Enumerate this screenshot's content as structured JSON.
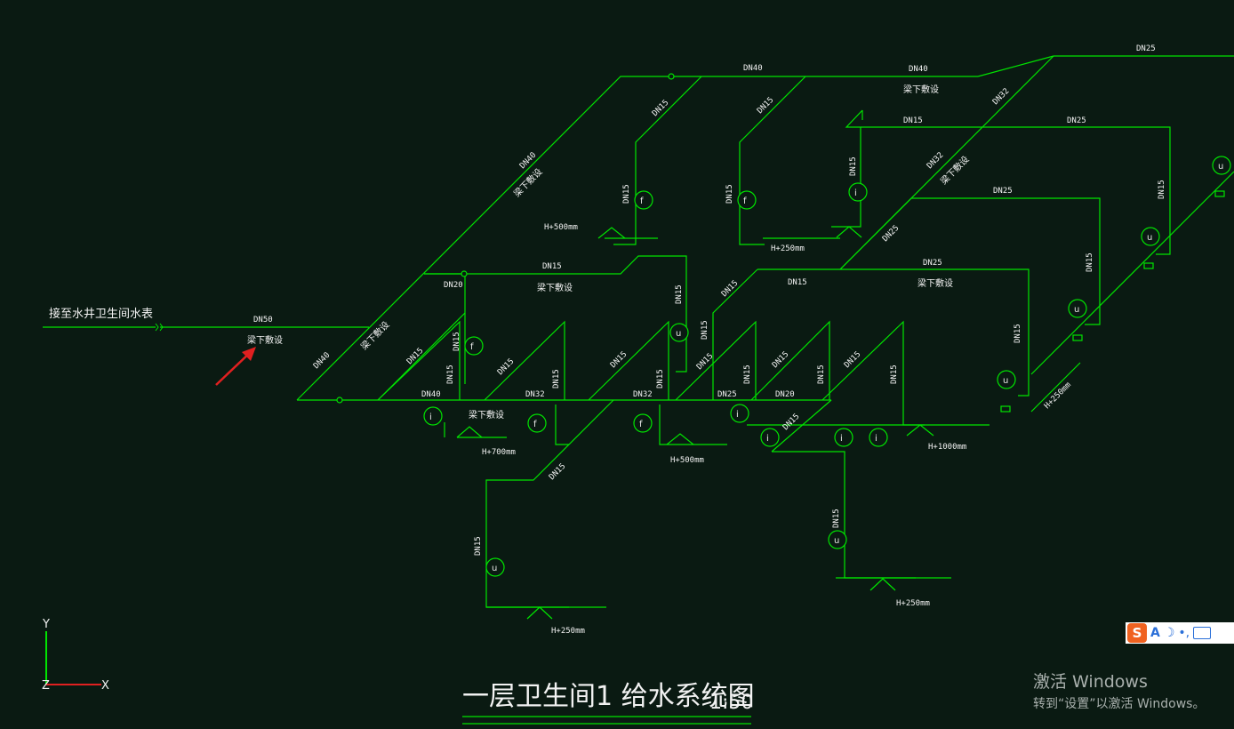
{
  "drawing": {
    "title": "一层卫生间1 给水系统图",
    "scale": "1:50",
    "inlet_label": "接至水井卫生间水表"
  },
  "labels": {
    "dn50": "DN50",
    "dn40": "DN40",
    "dn32": "DN32",
    "dn25": "DN25",
    "dn20": "DN20",
    "dn15": "DN15",
    "beam_under": "梁下敷设",
    "h700": "H+700mm",
    "h500": "H+500mm",
    "h250": "H+250mm",
    "h1000": "H+1000mm"
  },
  "axes": {
    "y": "Y",
    "z": "Z",
    "x": "X"
  },
  "colors": {
    "background": "#0a1a12",
    "pipe": "#00e400",
    "text": "#f2f2f2",
    "arrow": "#e02020",
    "axis_x": "#e02020",
    "axis_y": "#00e400"
  },
  "watermark": {
    "line1": "激活 Windows",
    "line2": "转到“设置”以激活 Windows。"
  },
  "ime_toolbar": {
    "logo": "S",
    "mode": "A",
    "icons": [
      "moon-icon",
      "punctuation-icon",
      "keyboard-icon"
    ]
  }
}
